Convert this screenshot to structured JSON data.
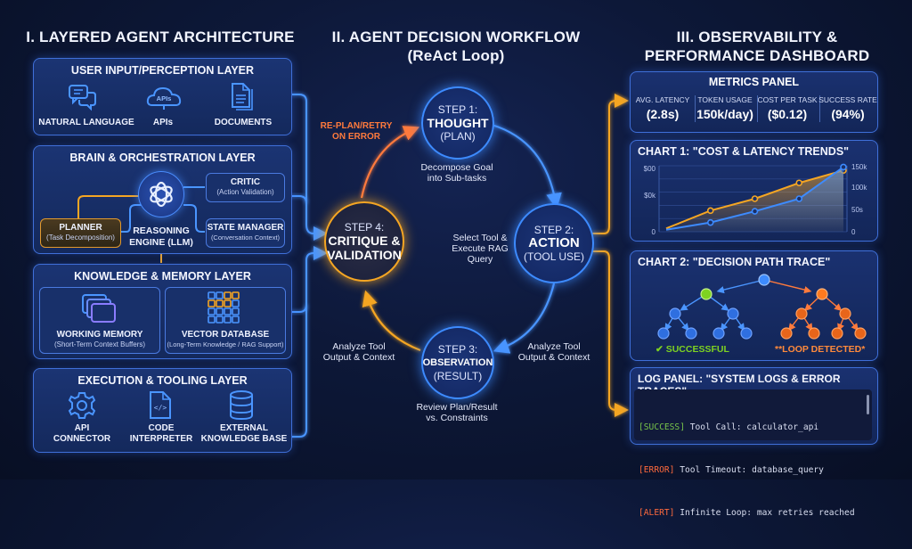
{
  "sections": {
    "architecture_title": "I. LAYERED AGENT ARCHITECTURE",
    "workflow_title_line1": "II. AGENT DECISION WORKFLOW",
    "workflow_title_line2": "(ReAct Loop)",
    "dashboard_title_line1": "III. OBSERVABILITY &",
    "dashboard_title_line2": "PERFORMANCE DASHBOARD"
  },
  "layers": {
    "input": {
      "title": "USER INPUT/PERCEPTION LAYER",
      "items": [
        {
          "label": "NATURAL LANGUAGE",
          "icon": "chat-bubbles-icon"
        },
        {
          "label": "APIs",
          "icon": "cloud-api-icon",
          "icon_text": "APIs"
        },
        {
          "label": "DOCUMENTS",
          "icon": "document-icon"
        }
      ]
    },
    "brain": {
      "title": "BRAIN & ORCHESTRATION LAYER",
      "engine_line1": "REASONING",
      "engine_line2": "ENGINE (LLM)",
      "critic": {
        "label": "CRITIC",
        "sub": "(Action Validation)"
      },
      "planner": {
        "label": "PLANNER",
        "sub": "(Task Decomposition)"
      },
      "state": {
        "label": "STATE MANAGER",
        "sub": "(Conversation Context)"
      }
    },
    "memory": {
      "title": "KNOWLEDGE & MEMORY LAYER",
      "working": {
        "label": "WORKING MEMORY",
        "sub": "(Short-Term Context Buffers)"
      },
      "vector": {
        "label": "VECTOR DATABASE",
        "sub": "(Long-Term Knowledge / RAG Support)"
      }
    },
    "execution": {
      "title": "EXECUTION & TOOLING LAYER",
      "items": [
        {
          "line1": "API",
          "line2": "CONNECTOR",
          "icon": "gear-icon"
        },
        {
          "line1": "CODE",
          "line2": "INTERPRETER",
          "icon": "code-file-icon"
        },
        {
          "line1": "EXTERNAL",
          "line2": "KNOWLEDGE BASE",
          "icon": "database-icon"
        }
      ]
    }
  },
  "workflow": {
    "steps": [
      {
        "step": "STEP 1:",
        "name": "THOUGHT",
        "sub": "(PLAN)",
        "note_line1": "Decompose Goal",
        "note_line2": "into Sub-tasks"
      },
      {
        "step": "STEP 2:",
        "name": "ACTION",
        "sub": "(TOOL USE)",
        "note_line1": "Select Tool &",
        "note_line2": "Execute RAG",
        "note_line3": "Query"
      },
      {
        "step": "STEP 3:",
        "name": "OBSERVATION",
        "sub": "(RESULT)",
        "note_line1": "Review Plan/Result",
        "note_line2": "vs. Constraints"
      },
      {
        "step": "STEP 4:",
        "name_line1": "CRITIQUE &",
        "name_line2": "VALIDATION"
      }
    ],
    "retry_line1": "RE-PLAN/RETRY",
    "retry_line2": "ON ERROR",
    "analyze_left_line1": "Analyze Tool",
    "analyze_left_line2": "Output & Context",
    "analyze_right_line1": "Analyze Tool",
    "analyze_right_line2": "Output & Context"
  },
  "dashboard": {
    "metrics_title": "METRICS PANEL",
    "metrics": [
      {
        "label": "AVG. LATENCY",
        "value": "(2.8s)"
      },
      {
        "label": "TOKEN USAGE",
        "value": "150k/day)"
      },
      {
        "label": "COST PER TASK",
        "value": "($0.12)"
      },
      {
        "label": "SUCCESS RATE",
        "value": "(94%)"
      }
    ],
    "chart1_title": "CHART 1: \"COST & LATENCY TRENDS\"",
    "chart2_title": "CHART 2: \"DECISION PATH TRACE\"",
    "chart2_success_label": "✔ SUCCESSFUL",
    "chart2_loop_label": "**LOOP DETECTED*",
    "log_title": "LOG PANEL: \"SYSTEM LOGS & ERROR TRACES\"",
    "logs": [
      {
        "tag": "[SUCCESS]",
        "text": " Tool Call: calculator_api",
        "level": "success"
      },
      {
        "tag": "[ERROR]",
        "text": " Tool Timeout: database_query",
        "level": "error"
      },
      {
        "tag": "[ALERT]",
        "text": " Infinite Loop: max retries reached",
        "level": "alert"
      }
    ]
  },
  "colors": {
    "blue": "#3d8bff",
    "orange": "#f5a623",
    "orange_red": "#ff7a3c",
    "green": "#7ed321",
    "success": "#79c64a",
    "error": "#ff6a3d"
  },
  "chart_data": {
    "type": "line",
    "title": "CHART 1: \"COST & LATENCY TRENDS\"",
    "x": [
      0,
      1,
      2,
      3,
      4
    ],
    "series": [
      {
        "name": "cost",
        "color": "#f5a623",
        "values": [
          0.05,
          0.32,
          0.5,
          0.74,
          0.93
        ]
      },
      {
        "name": "latency",
        "color": "#3d8bff",
        "values": [
          0.03,
          0.14,
          0.31,
          0.5,
          0.98
        ]
      }
    ],
    "left_ticks": [
      "$00",
      "$0k",
      "0"
    ],
    "right_ticks": [
      "150k",
      "100k",
      "50s",
      "0"
    ],
    "ylim": [
      0,
      1
    ],
    "grid": true
  }
}
